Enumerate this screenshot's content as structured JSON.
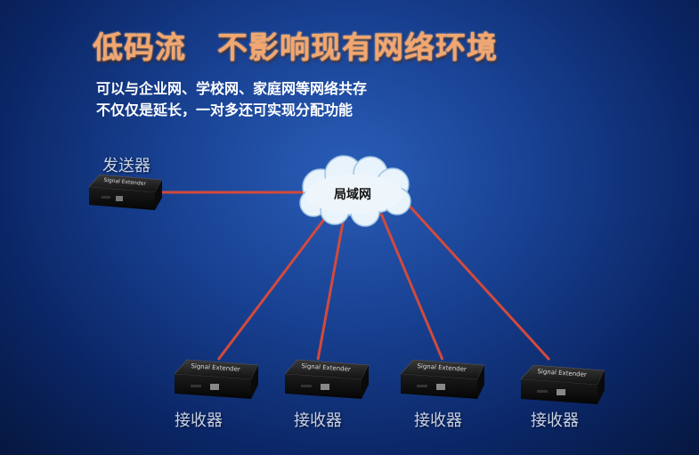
{
  "title": "低码流　不影响现有网络环境",
  "subtitles": [
    "可以与企业网、学校网、家庭网等网络共存",
    "不仅仅是延长，一对多还可实现分配功能"
  ],
  "network": {
    "label": "局域网"
  },
  "sender": {
    "label": "发送器",
    "device_text": "Signal Extender"
  },
  "receivers": [
    {
      "label": "接收器",
      "device_text": "Signal Extender"
    },
    {
      "label": "接收器",
      "device_text": "Signal Extender"
    },
    {
      "label": "接收器",
      "device_text": "Signal Extender"
    },
    {
      "label": "接收器",
      "device_text": "Signal Extender"
    }
  ],
  "colors": {
    "link": "#d24a3c",
    "title": "#f3a66e",
    "device_body": "#141414"
  }
}
